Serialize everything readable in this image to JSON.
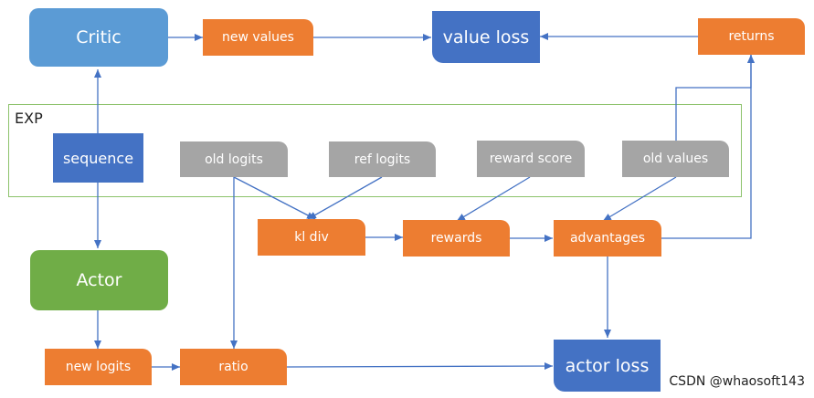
{
  "nodes": {
    "critic": "Critic",
    "new_values": "new values",
    "value_loss": "value loss",
    "returns": "returns",
    "exp": "EXP",
    "sequence": "sequence",
    "old_logits": "old logits",
    "ref_logits": "ref logits",
    "reward_score": "reward score",
    "old_values": "old values",
    "kl_div": "kl div",
    "rewards": "rewards",
    "advantages": "advantages",
    "actor": "Actor",
    "new_logits": "new logits",
    "ratio": "ratio",
    "actor_loss": "actor loss"
  },
  "watermark": "CSDN @whaosoft143",
  "colors": {
    "orange": "#ED7D31",
    "gray": "#A5A5A5",
    "blue": "#4472C4",
    "light_blue": "#5B9BD5",
    "green": "#70AD47",
    "arrow": "#4472C4",
    "exp_border": "#8CC26B"
  }
}
